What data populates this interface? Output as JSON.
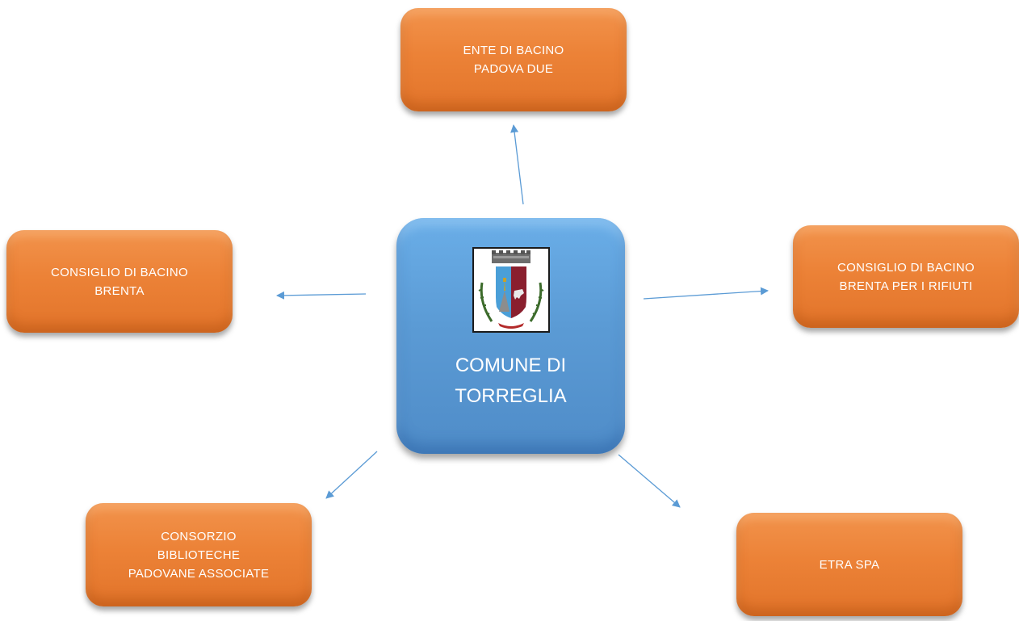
{
  "center": {
    "label": "COMUNE DI\nTORREGLIA",
    "emblem": "coat-of-arms"
  },
  "nodes": {
    "top": {
      "label": "ENTE DI BACINO\nPADOVA DUE"
    },
    "left": {
      "label": "CONSIGLIO DI BACINO\nBRENTA"
    },
    "right": {
      "label": "CONSIGLIO DI BACINO\nBRENTA PER I RIFIUTI"
    },
    "bottom_left": {
      "label": "CONSORZIO\nBIBLIOTECHE\nPADOVANE ASSOCIATE"
    },
    "bottom_right": {
      "label": "ETRA SPA"
    }
  },
  "colors": {
    "orange": "#ec8237",
    "blue": "#5b9bd5",
    "arrow": "#5b9bd5"
  }
}
